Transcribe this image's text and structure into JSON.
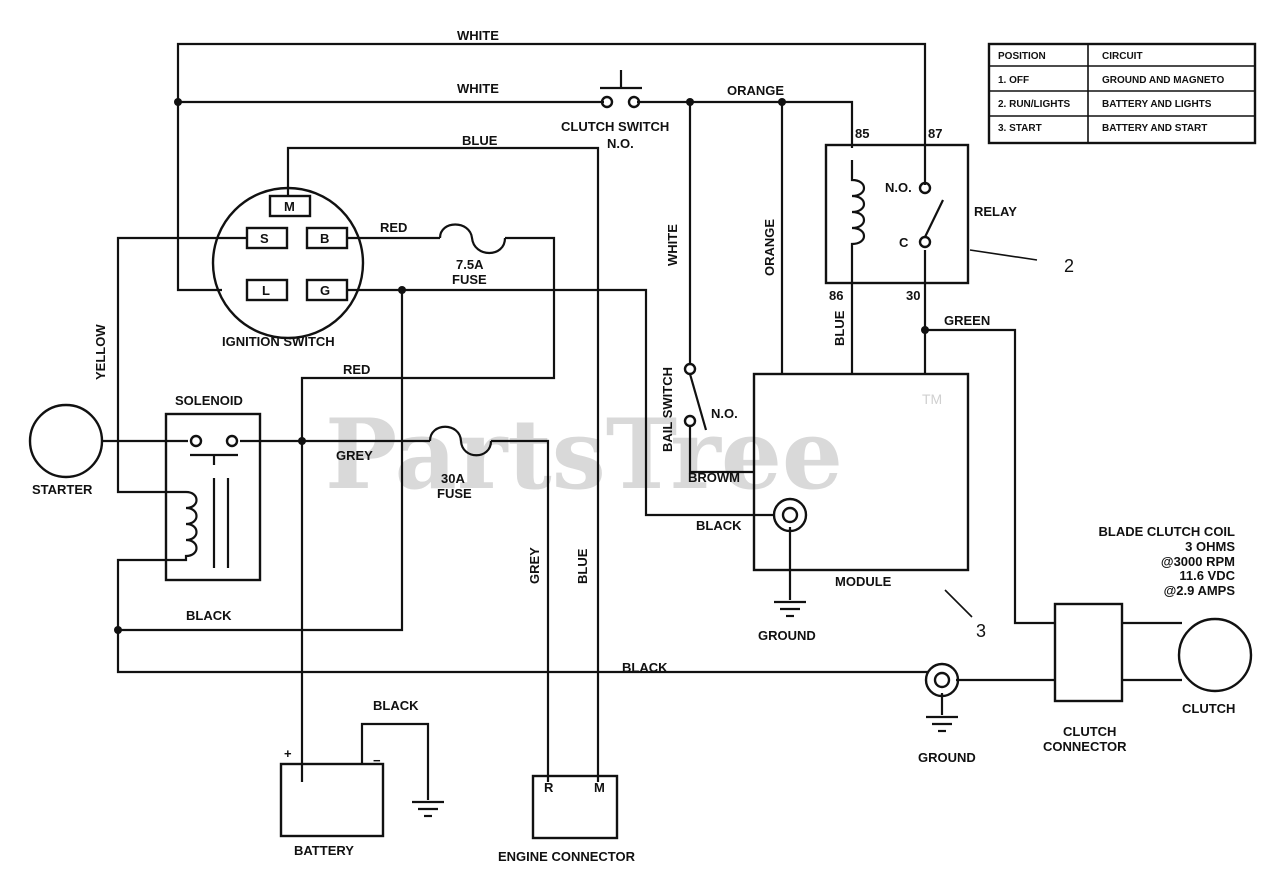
{
  "watermark": {
    "text": "PartsTree",
    "tm": "TM"
  },
  "table": {
    "headers": [
      "POSITION",
      "CIRCUIT"
    ],
    "rows": [
      [
        "1. OFF",
        "GROUND AND MAGNETO"
      ],
      [
        "2. RUN/LIGHTS",
        "BATTERY AND LIGHTS"
      ],
      [
        "3. START",
        "BATTERY AND START"
      ]
    ]
  },
  "components": {
    "ignition_switch": "IGNITION SWITCH",
    "ignition_terminals": {
      "m": "M",
      "s": "S",
      "b": "B",
      "l": "L",
      "g": "G"
    },
    "solenoid": "SOLENOID",
    "starter": "STARTER",
    "battery": "BATTERY",
    "battery_plus": "+",
    "battery_minus": "−",
    "engine_connector": "ENGINE CONNECTOR",
    "engine_terminals": {
      "r": "R",
      "m": "M"
    },
    "clutch_switch": "CLUTCH SWITCH",
    "clutch_switch_no": "N.O.",
    "relay": "RELAY",
    "relay_no": "N.O.",
    "relay_c": "C",
    "relay_pins": {
      "p85": "85",
      "p87": "87",
      "p86": "86",
      "p30": "30"
    },
    "bail_switch": "BAIL SWITCH",
    "bail_switch_no": "N.O.",
    "module": "MODULE",
    "fuse_small_rating": "7.5A",
    "fuse_small": "FUSE",
    "fuse_large_rating": "30A",
    "fuse_large": "FUSE",
    "ground_module": "GROUND",
    "ground_main": "GROUND",
    "clutch_connector_1": "CLUTCH",
    "clutch_connector_2": "CONNECTOR",
    "clutch": "CLUTCH",
    "blade_clutch_coil": [
      "BLADE CLUTCH COIL",
      "3 OHMS",
      "@3000 RPM",
      "11.6 VDC",
      "@2.9 AMPS"
    ],
    "callout_2": "2",
    "callout_3": "3"
  },
  "wires": {
    "white_top": "WHITE",
    "white_mid": "WHITE",
    "white_vertical": "WHITE",
    "orange_top": "ORANGE",
    "orange_vertical": "ORANGE",
    "blue_top": "BLUE",
    "blue_vertical": "BLUE",
    "blue_relay": "BLUE",
    "red_fuse": "RED",
    "red_solenoid": "RED",
    "yellow": "YELLOW",
    "grey_horizontal": "GREY",
    "grey_vertical": "GREY",
    "black_solenoid": "BLACK",
    "black_bottom": "BLACK",
    "black_battery": "BLACK",
    "black_module": "BLACK",
    "green": "GREEN",
    "browm": "BROWM"
  }
}
